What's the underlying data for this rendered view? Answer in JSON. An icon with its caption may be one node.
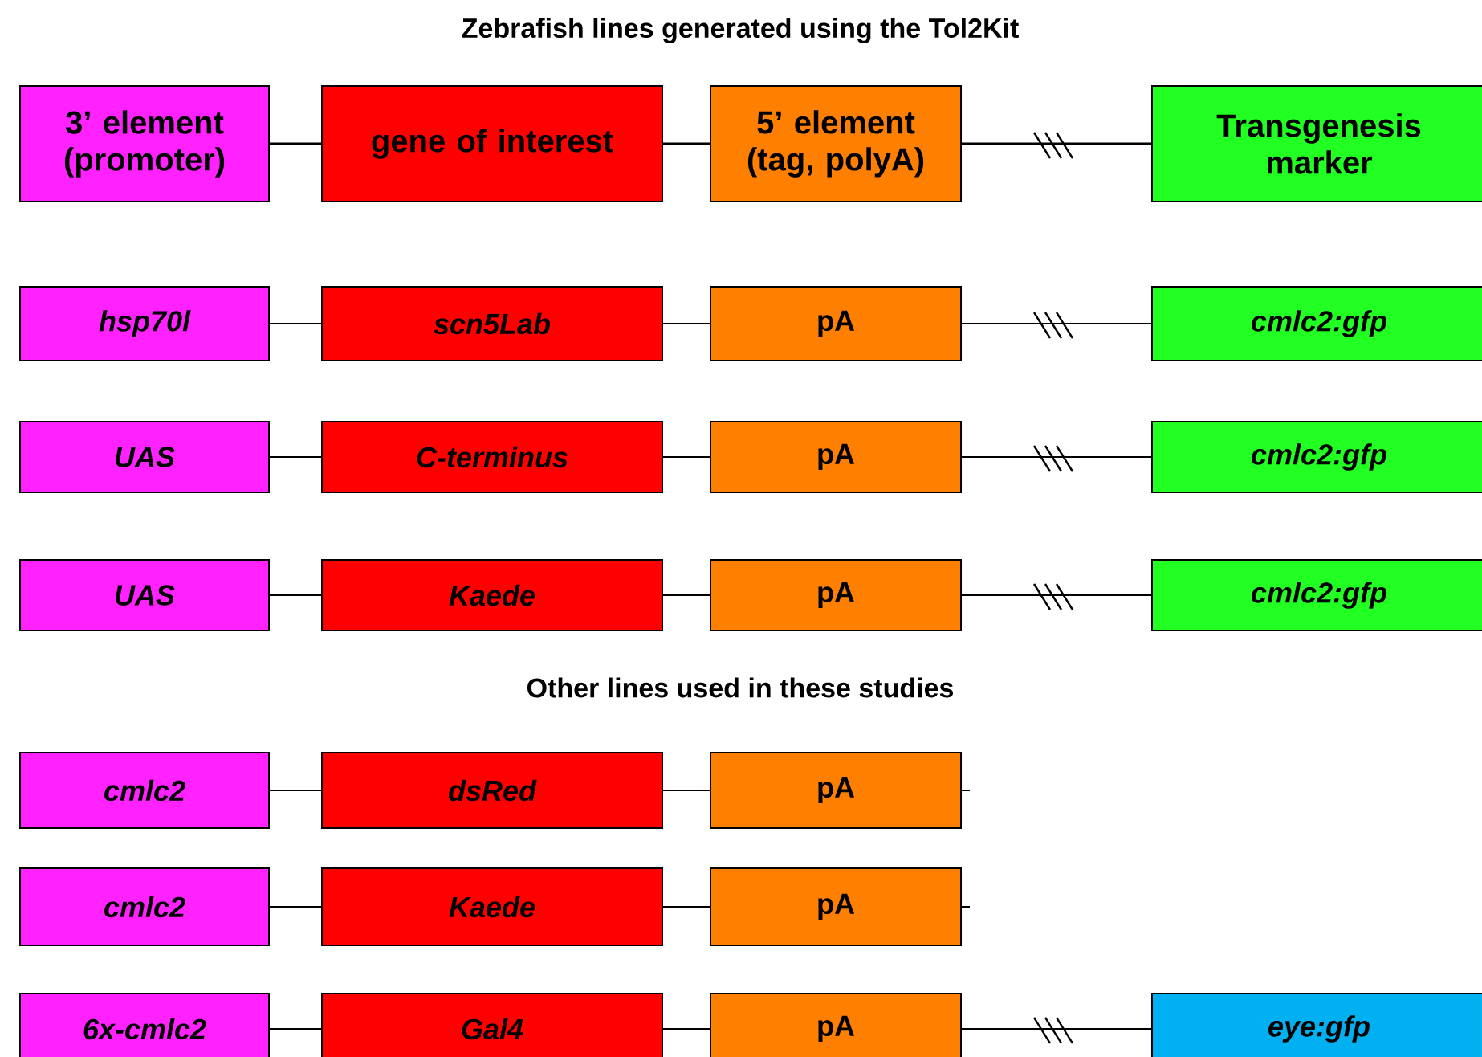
{
  "diagram": {
    "title": "Zebrafish lines generated using the Tol2Kit",
    "nodes": [
      {
        "text": [
          "3’ element (promoter)"
        ]
      },
      {
        "text": [
          "gene of interest"
        ]
      },
      {
        "text": [
          "5’ element (tag, polyA)"
        ]
      },
      {
        "text": [
          "Transgenesis marker"
        ]
      },
      {
        "text": [
          "hsp70l"
        ]
      },
      {
        "text": [
          "scn5Lab"
        ]
      },
      {
        "text": [
          "pA"
        ]
      },
      {
        "text": [
          "cmlc2:gfp"
        ]
      },
      {
        "text": [
          "UAS"
        ]
      },
      {
        "text": [
          "C-terminus"
        ]
      },
      {
        "text": [
          "pA"
        ]
      },
      {
        "text": [
          "cmlc2:gfp"
        ]
      },
      {
        "text": [
          "UAS"
        ]
      },
      {
        "text": [
          "Kaede"
        ]
      },
      {
        "text": [
          "pA"
        ]
      },
      {
        "text": [
          "cmlc2:gfp"
        ]
      },
      {
        "text": [
          "cmlc2"
        ]
      },
      {
        "text": [
          "dsRed"
        ]
      },
      {
        "text": [
          "pA"
        ]
      },
      {
        "text": [
          "cmlc2"
        ]
      },
      {
        "text": [
          "Kaede"
        ]
      },
      {
        "text": [
          "pA"
        ]
      },
      {
        "text": [
          "6x-cmlc2"
        ]
      },
      {
        "text": [
          "Gal4"
        ]
      },
      {
        "text": [
          "pA"
        ]
      },
      {
        "text": [
          "eye:gfp"
        ]
      }
    ],
    "edges": [
      {
        "from": 0,
        "to": 1,
        "arrow": "none"
      },
      {
        "from": 1,
        "to": 2,
        "arrow": "none"
      },
      {
        "from": 2,
        "to": 3,
        "arrow": "none"
      },
      {
        "from": 4,
        "to": 5,
        "arrow": "none"
      },
      {
        "from": 5,
        "to": 6,
        "arrow": "none"
      },
      {
        "from": 6,
        "to": 7,
        "arrow": "none"
      },
      {
        "from": 8,
        "to": 9,
        "arrow": "none"
      },
      {
        "from": 9,
        "to": 10,
        "arrow": "none"
      },
      {
        "from": 10,
        "to": 11,
        "arrow": "none"
      },
      {
        "from": 12,
        "to": 13,
        "arrow": "none"
      },
      {
        "from": 13,
        "to": 14,
        "arrow": "none"
      },
      {
        "from": 14,
        "to": 15,
        "arrow": "none"
      },
      {
        "from": 16,
        "to": 17,
        "arrow": "none"
      },
      {
        "from": 17,
        "to": 18,
        "arrow": "none"
      },
      {
        "from": 18,
        "to": null,
        "arrow": "none"
      },
      {
        "from": 19,
        "to": 20,
        "arrow": "none"
      },
      {
        "from": 20,
        "to": 21,
        "arrow": "none"
      },
      {
        "from": 21,
        "to": null,
        "arrow": "none"
      },
      {
        "from": 22,
        "to": 23,
        "arrow": "none"
      },
      {
        "from": 23,
        "to": 24,
        "arrow": "none"
      },
      {
        "from": 24,
        "to": 25,
        "arrow": "none"
      }
    ],
    "labels": [
      "Other lines used in these studies"
    ]
  }
}
